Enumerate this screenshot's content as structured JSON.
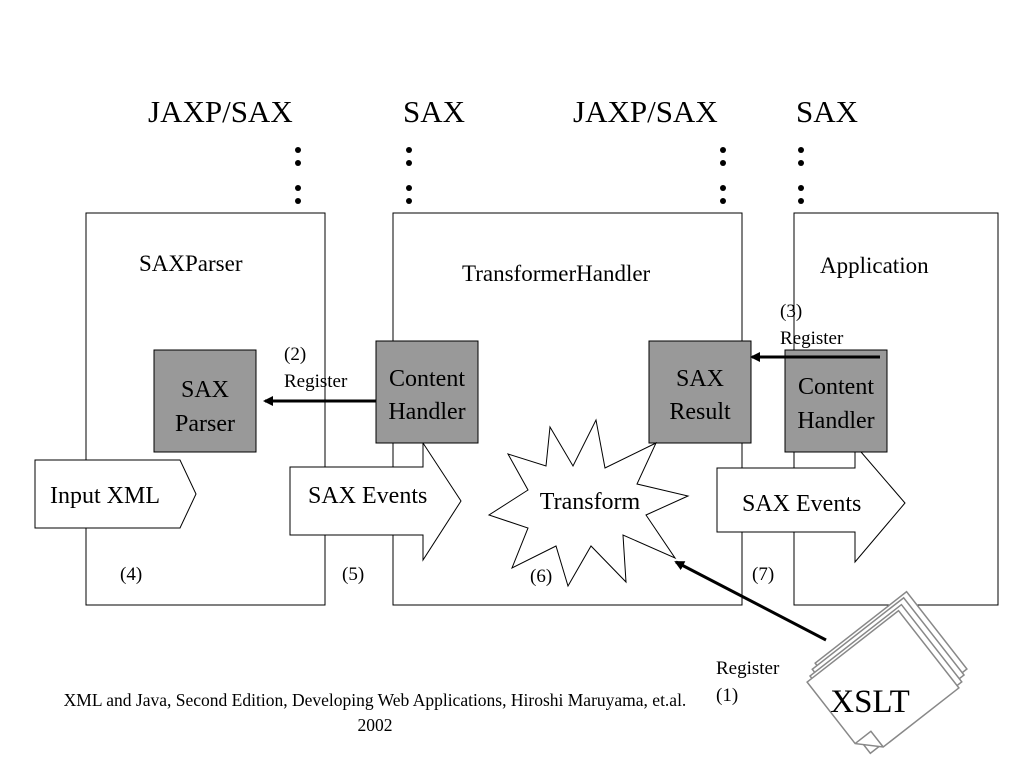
{
  "headers": [
    "JAXP/SAX",
    "SAX",
    "JAXP/SAX",
    "SAX"
  ],
  "boxes": {
    "saxparser": "SAXParser",
    "transformer": "TransformerHandler",
    "application": "Application"
  },
  "components": {
    "sax_parser": [
      "SAX",
      "Parser"
    ],
    "content_handler_left": [
      "Content",
      "Handler"
    ],
    "sax_result": [
      "SAX",
      "Result"
    ],
    "content_handler_right": [
      "Content",
      "Handler"
    ]
  },
  "flows": {
    "input_xml": "Input XML",
    "sax_events_left": "SAX Events",
    "transform": "Transform",
    "sax_events_right": "SAX Events"
  },
  "steps": {
    "register_2": [
      "(2)",
      "Register"
    ],
    "register_3": [
      "(3)",
      "Register"
    ],
    "register_1": [
      "Register",
      "(1)"
    ],
    "step4": "(4)",
    "step5": "(5)",
    "step6": "(6)",
    "step7": "(7)"
  },
  "xslt": "XSLT",
  "caption": "XML and Java, Second Edition, Developing Web Applications, Hiroshi Maruyama, et.al. 2002",
  "colors": {
    "component_fill": "#999999",
    "line": "#000000",
    "doc_stroke": "#888888"
  }
}
